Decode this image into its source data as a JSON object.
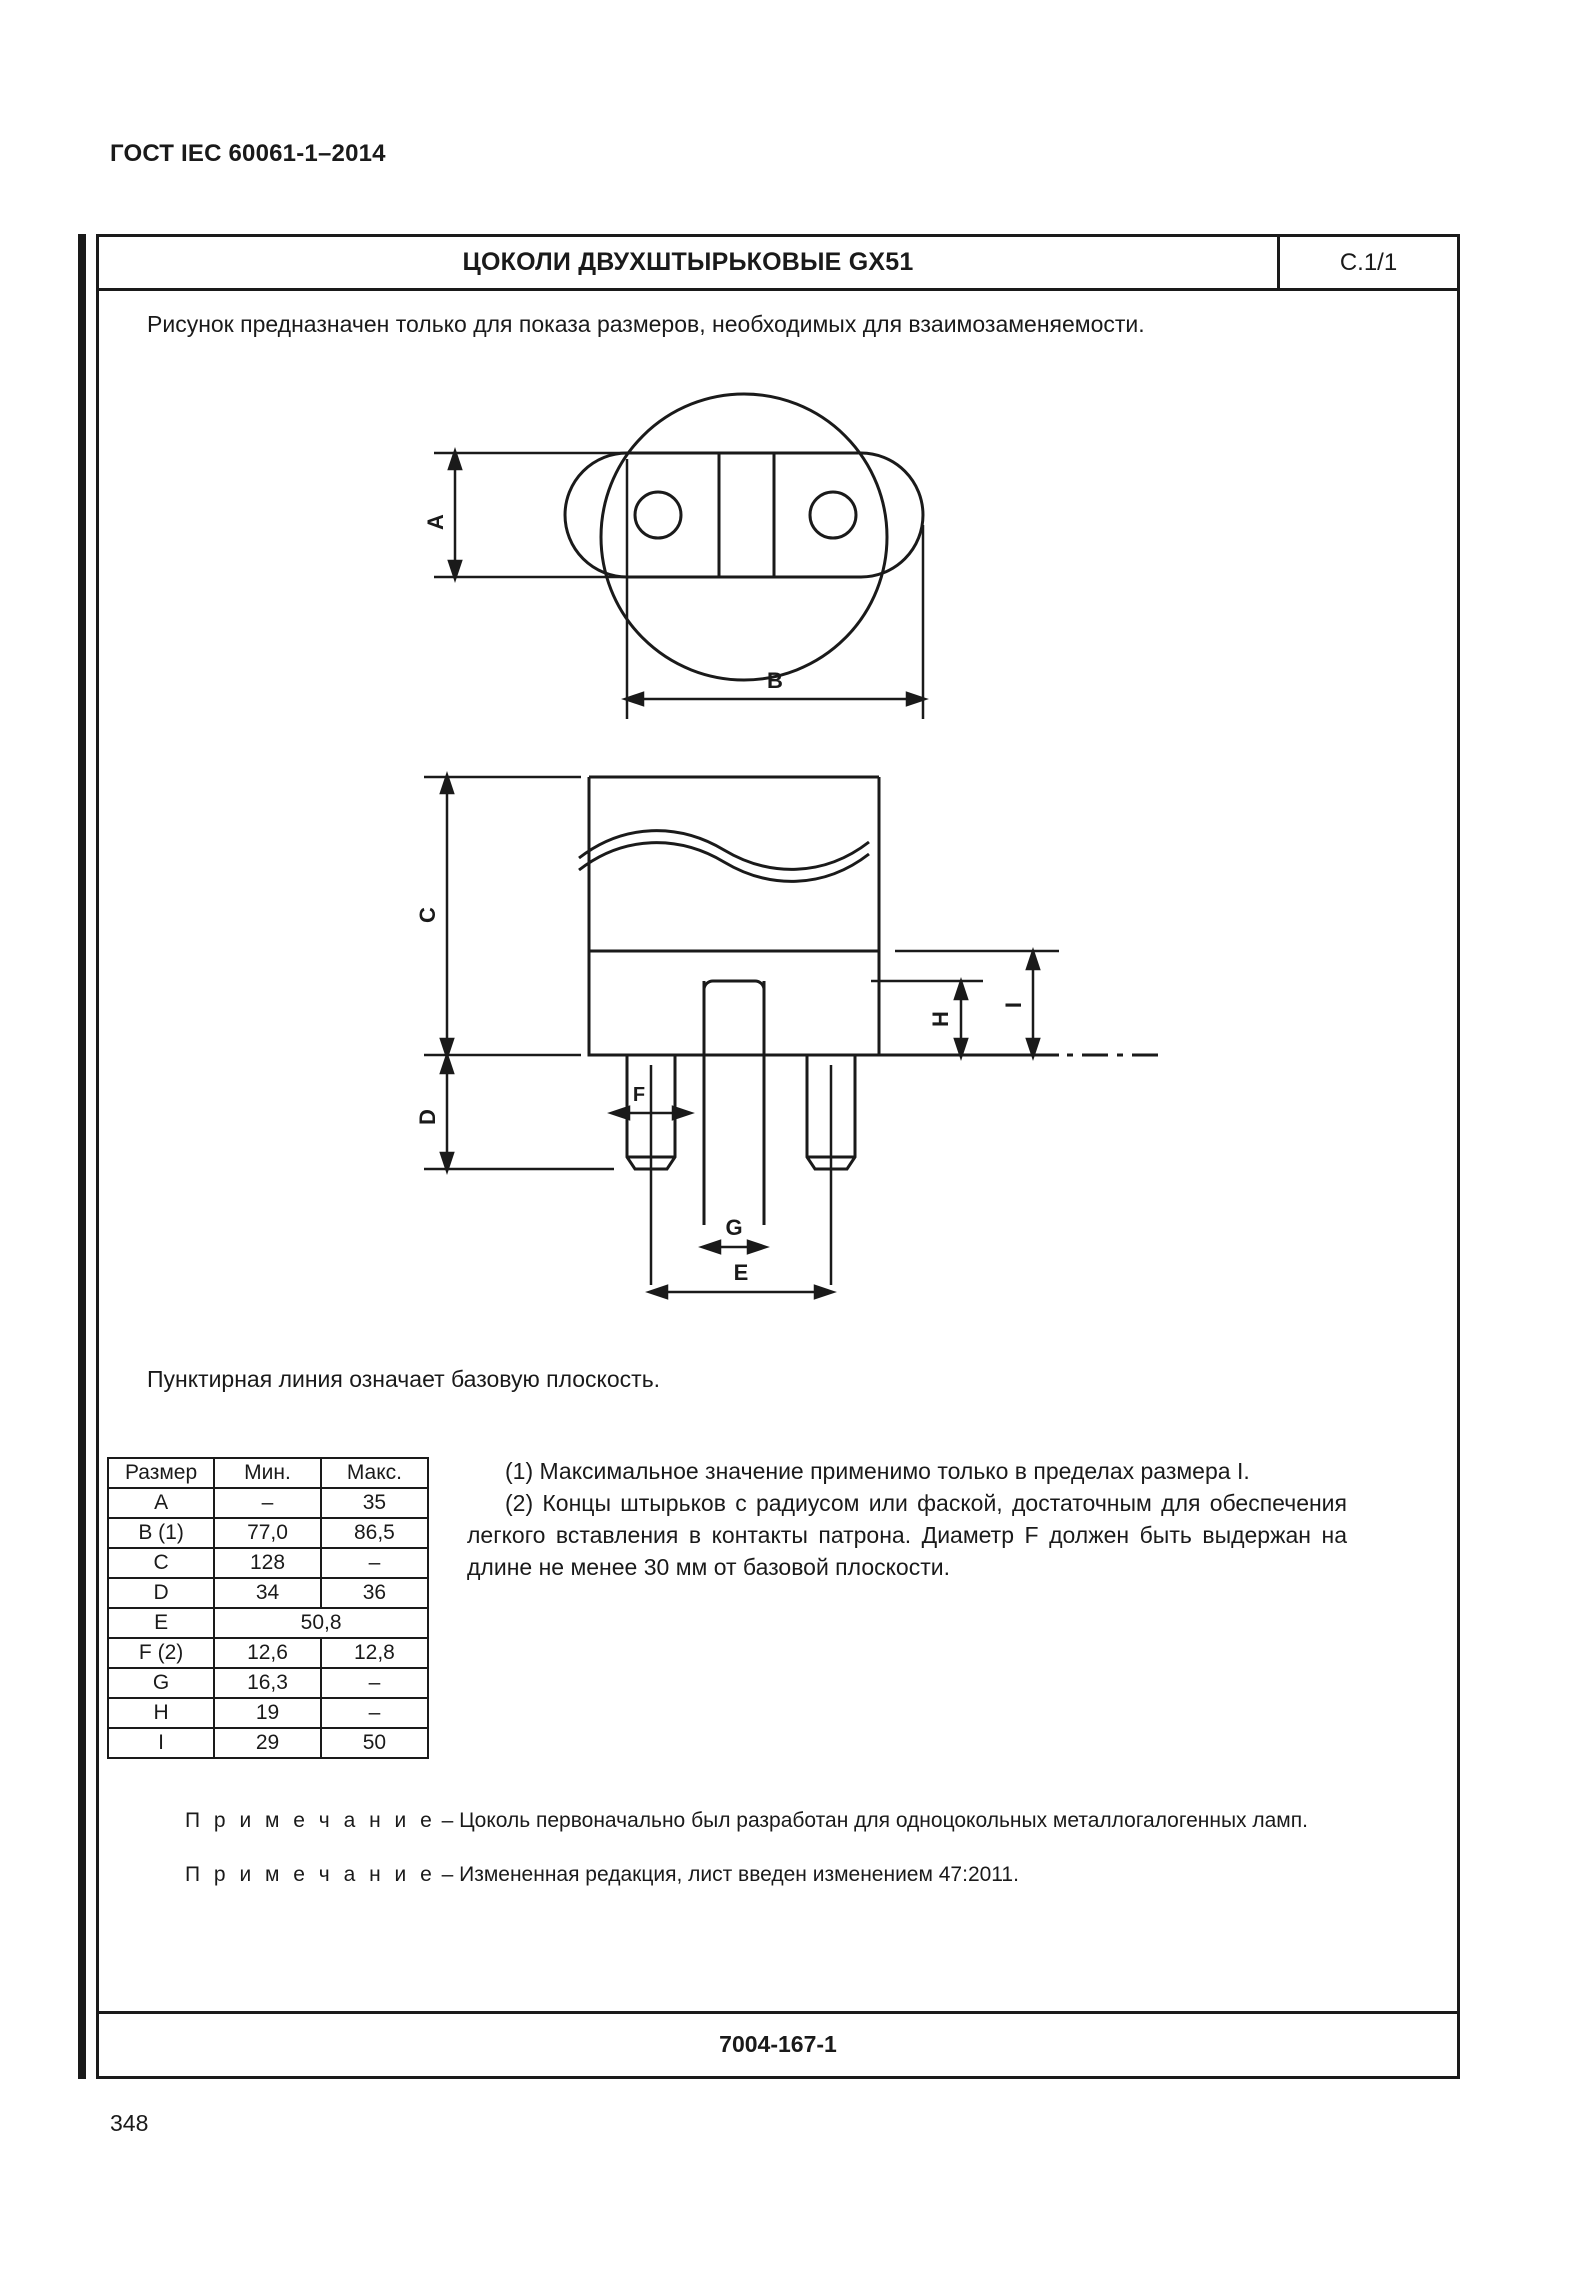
{
  "document": {
    "running_head": "ГОСТ IEC 60061-1–2014",
    "page_number": "348"
  },
  "sheet": {
    "title": "ЦОКОЛИ ДВУХШТЫРЬКОВЫЕ GX51",
    "page_label": "С.1/1",
    "intro": "Рисунок предназначен только для показа размеров, необходимых для взаимозаменяемости.",
    "datum_note": "Пунктирная линия означает базовую плоскость.",
    "footer_code": "7004-167-1"
  },
  "figure": {
    "top_view": {
      "dimension_labels": [
        "A",
        "B"
      ]
    },
    "side_view": {
      "dimension_labels": [
        "C",
        "D",
        "E",
        "F",
        "G",
        "H",
        "I"
      ]
    }
  },
  "table": {
    "headers": [
      "Размер",
      "Мин.",
      "Макс."
    ],
    "rows": [
      {
        "name": "A",
        "min": "–",
        "max": "35",
        "span": false
      },
      {
        "name": "B (1)",
        "min": "77,0",
        "max": "86,5",
        "span": false
      },
      {
        "name": "C",
        "min": "128",
        "max": "–",
        "span": false
      },
      {
        "name": "D",
        "min": "34",
        "max": "36",
        "span": false
      },
      {
        "name": "E",
        "min": "50,8",
        "max": "",
        "span": true
      },
      {
        "name": "F (2)",
        "min": "12,6",
        "max": "12,8",
        "span": false
      },
      {
        "name": "G",
        "min": "16,3",
        "max": "–",
        "span": false
      },
      {
        "name": "H",
        "min": "19",
        "max": "–",
        "span": false
      },
      {
        "name": "I",
        "min": "29",
        "max": "50",
        "span": false
      }
    ]
  },
  "footnotes": {
    "note_1": "(1) Максимальное значение применимо только в пределах размера I.",
    "note_2": "(2) Концы штырьков с радиусом или фаской, достаточным для обеспечения легкого вставления в контакты патрона. Диаметр F должен быть выдержан на длине не менее 30 мм от базовой плоскости."
  },
  "remarks": {
    "label": "П р и м е ч а н и е",
    "remark_1": " – Цоколь первоначально был разработан для одноцокольных металлогалогенных ламп.",
    "remark_2": " – Измененная редакция, лист введен изменением 47:2011."
  }
}
